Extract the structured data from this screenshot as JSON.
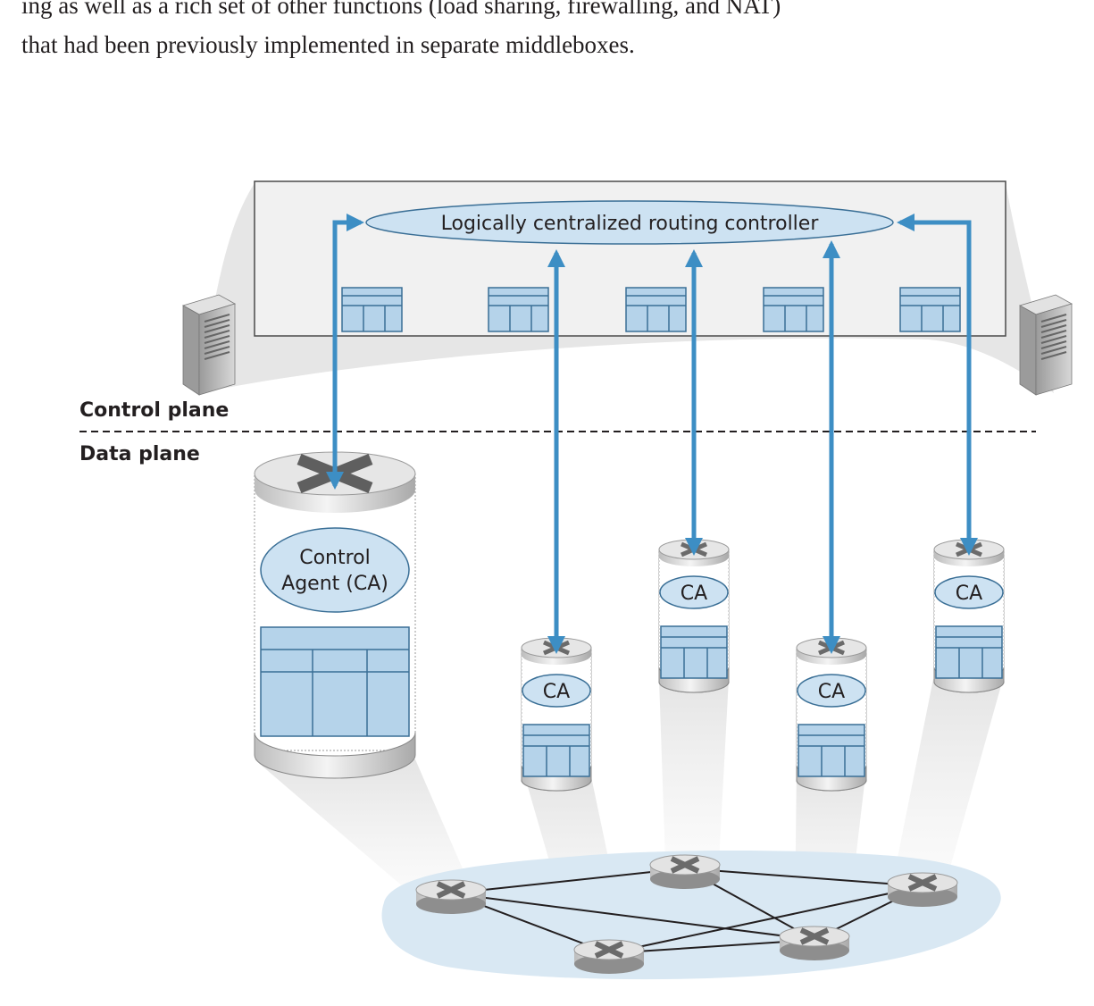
{
  "text": {
    "line1": "ing as well as a rich set of other functions (load sharing, firewalling, and NAT)",
    "line2": "that had been previously implemented in separate middleboxes."
  },
  "figure": {
    "controller_label": "Logically centralized routing controller",
    "control_plane_label": "Control plane",
    "data_plane_label": "Data plane",
    "large_agent_line1": "Control",
    "large_agent_line2": "Agent (CA)",
    "small_agent_label": "CA"
  },
  "colors": {
    "arrow": "#3d8ec4",
    "table_fill": "#b5d3ea",
    "table_stroke": "#3a6f96",
    "controller_fill": "#cde2f2",
    "network_cloud": "#d9e8f3"
  }
}
